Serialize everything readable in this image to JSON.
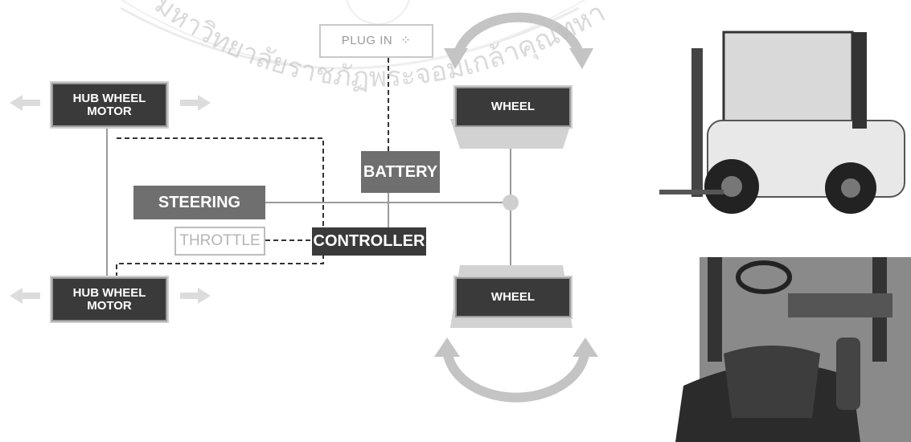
{
  "nodes": {
    "plug_in": "PLUG IN",
    "hub_wheel_motor_top": "HUB WHEEL\nMOTOR",
    "hub_wheel_motor_bottom": "HUB WHEEL\nMOTOR",
    "wheel_top": "WHEEL",
    "wheel_bottom": "WHEEL",
    "battery": "BATTERY",
    "steering": "STEERING",
    "throttle": "THROTTLE",
    "controller": "CONTROLLER"
  },
  "watermark": {
    "text": "มหาวิทยาลัยราชภัฏพระจอมเกล้าคุณทหาร"
  },
  "colors": {
    "node_dark": "#3a3a3a",
    "node_mid": "#6f6f6f",
    "line": "#9a9a9a",
    "arrow": "#cfcfcf"
  }
}
